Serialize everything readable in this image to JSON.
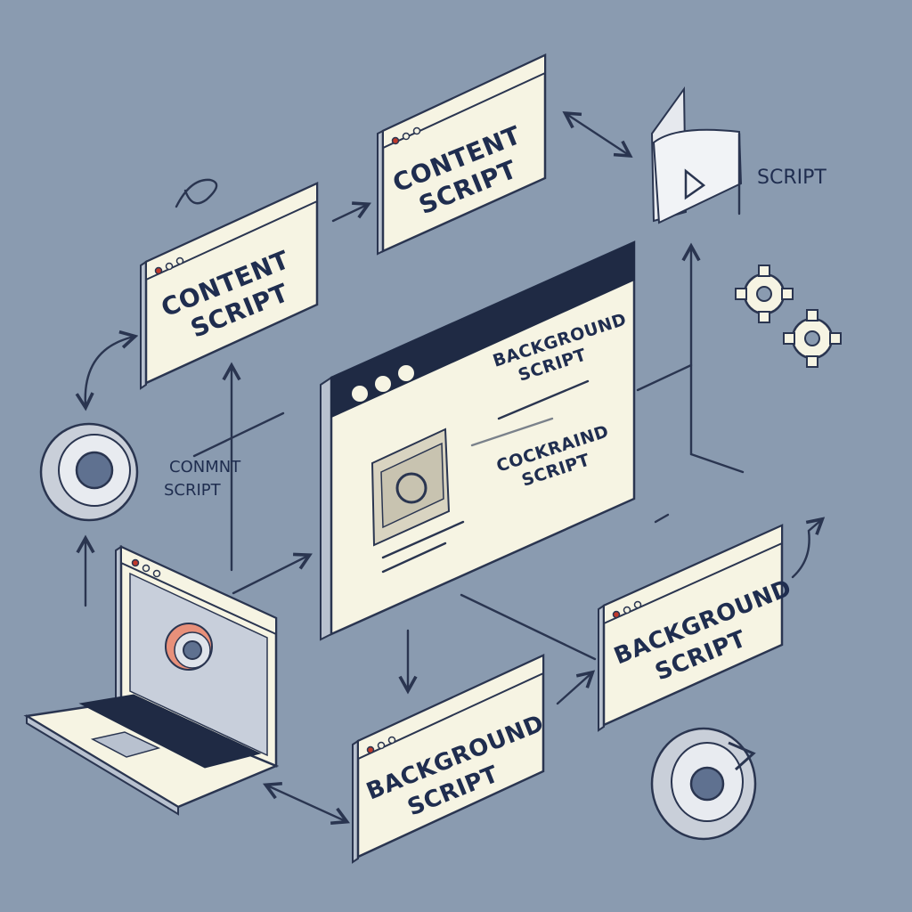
{
  "colors": {
    "background": "#8a9bb0",
    "card": "#f6f4e3",
    "ink": "#1f2d4f",
    "accent_red": "#c0392b",
    "accent_salmon": "#e8907a"
  },
  "labels": {
    "content_script_top": [
      "CONTENT",
      "SCRIPT"
    ],
    "content_script_left": [
      "CONTENT",
      "SCRIPT"
    ],
    "script_right": "SCRIPT",
    "content_script_small": [
      "CONMNT",
      "SCRIPT"
    ],
    "main_window_line1": [
      "BACKGROUND",
      "SCRIPT"
    ],
    "main_window_line2": [
      "COCKRAIND",
      "SCRIPT"
    ],
    "background_script_bottom": [
      "BACKGROUND",
      "SCRIPT"
    ],
    "background_script_right": [
      "BACKGROUND",
      "SCRIPT"
    ]
  },
  "icons": [
    "chrome-icon",
    "gear-icon",
    "refresh-icon",
    "play-document-icon",
    "laptop-icon",
    "browser-window-icon"
  ]
}
